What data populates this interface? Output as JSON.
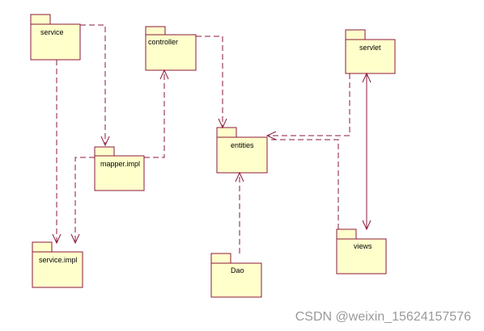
{
  "packages": {
    "service": "service",
    "controller": "controller",
    "servlet": "servlet",
    "mapper_impl": "mapper.impl",
    "entities": "entities",
    "service_impl": "service.impl",
    "dao": "Dao",
    "views": "views"
  },
  "watermark": "CSDN @weixin_15624157576",
  "colors": {
    "package_fill": "#ffffcc",
    "line": "#8b1a3a"
  }
}
